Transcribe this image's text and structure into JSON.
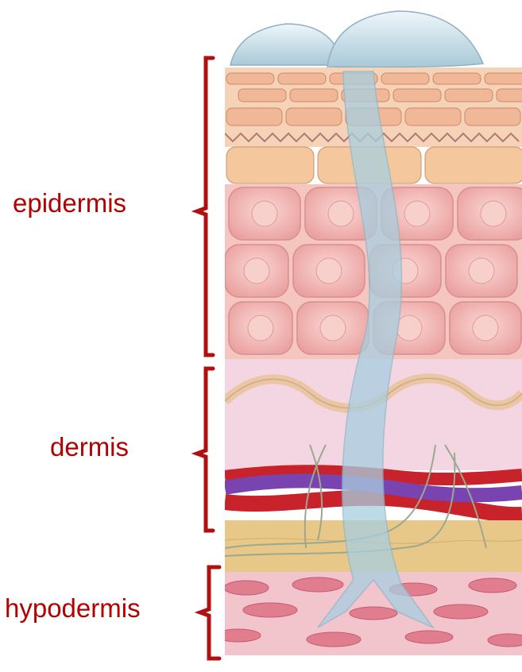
{
  "labels": {
    "epidermis": "epidermis",
    "dermis": "dermis",
    "hypodermis": "hypodermis"
  },
  "colors": {
    "label_text": "#b30000",
    "bracket": "#b01010",
    "droplet": "#c8dde8",
    "arrow": "#a8cfe0",
    "corneum": "#f1c4a4",
    "epidermal_cells": "#f2b8b4",
    "dermis": "#f1d3e0",
    "vein": "#7a44b0",
    "artery": "#c8222a",
    "fat": "#e8c888",
    "hypodermis": "#e8a2b0",
    "nerve": "#9aa890"
  }
}
